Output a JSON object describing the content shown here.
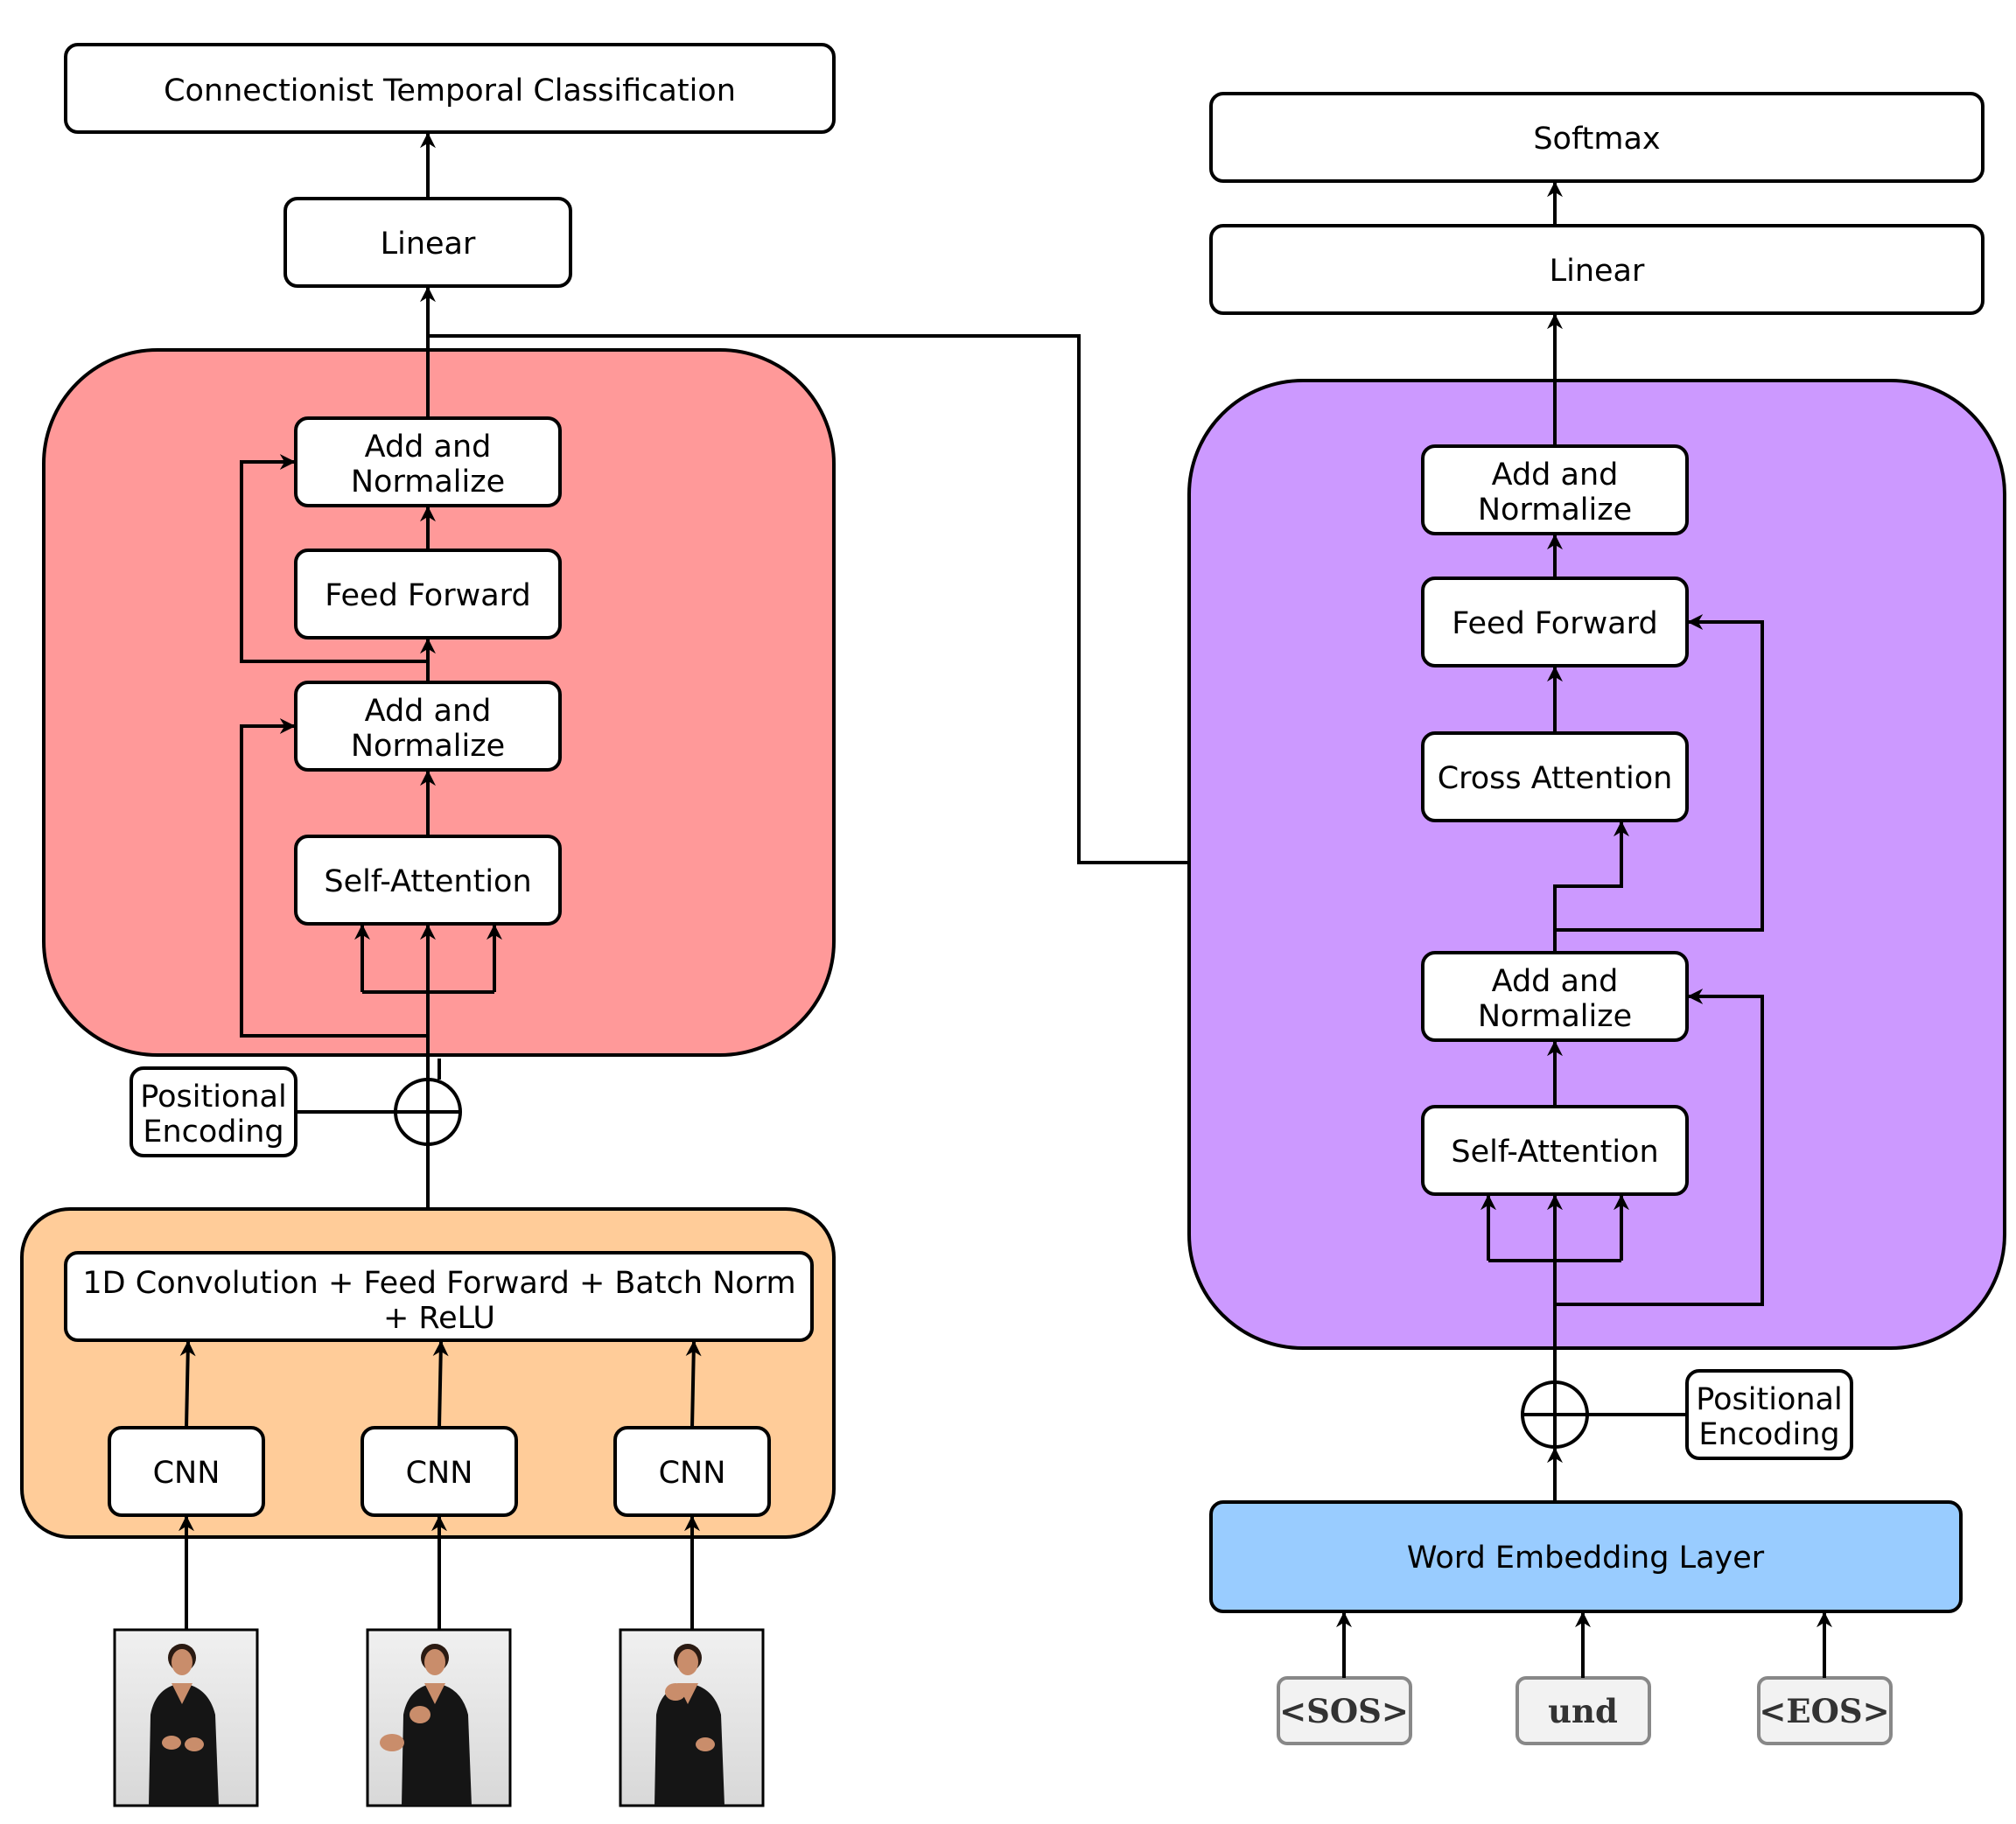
{
  "encoder": {
    "ctc": "Connectionist Temporal Classification",
    "linear": "Linear",
    "add_norm_top": [
      "Add and",
      "Normalize"
    ],
    "feed_forward": "Feed Forward",
    "add_norm_bottom": [
      "Add and",
      "Normalize"
    ],
    "self_attention": "Self-Attention",
    "positional_encoding": [
      "Positional",
      "Encoding"
    ],
    "conv_block": [
      "1D Convolution + Feed Forward + Batch Norm",
      "+ ReLU"
    ],
    "cnn": [
      "CNN",
      "CNN",
      "CNN"
    ],
    "block_color": "#FF9999",
    "frontend_color": "#FFCC99"
  },
  "decoder": {
    "softmax": "Softmax",
    "linear": "Linear",
    "add_norm_top": [
      "Add and",
      "Normalize"
    ],
    "feed_forward": "Feed Forward",
    "cross_attention": "Cross Attention",
    "add_norm_bottom": [
      "Add and",
      "Normalize"
    ],
    "self_attention": "Self-Attention",
    "positional_encoding": [
      "Positional",
      "Encoding"
    ],
    "word_embedding": "Word Embedding Layer",
    "tokens": [
      "<SOS>",
      "und",
      "<EOS>"
    ],
    "block_color": "#CC99FF",
    "embedding_color": "#99CCFF"
  },
  "frames": [
    "signer-frame-1",
    "signer-frame-2",
    "signer-frame-3"
  ]
}
